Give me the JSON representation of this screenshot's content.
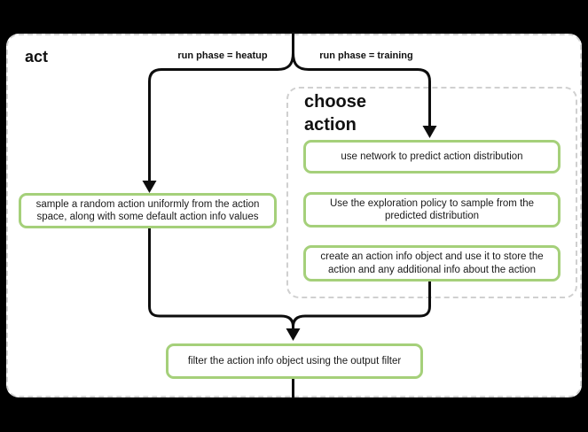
{
  "colors": {
    "background": "#000000",
    "panel": "#ffffff",
    "panel_dash": "#d4d4d4",
    "group_dash": "#d0d0d0",
    "node_border_green": "#a5d07a",
    "connector": "#0d0d0d",
    "text": "#1a1a1a"
  },
  "diagram": {
    "title": "act",
    "branch_labels": {
      "heatup": "run phase = heatup",
      "training": "run phase = training"
    },
    "group": {
      "title": "choose action"
    },
    "nodes": {
      "sample_random": "sample a random action uniformly from the action space, along with some default action info values",
      "use_network": "use network to predict action distribution",
      "exploration_policy": "Use the exploration policy to sample from the predicted distribution",
      "create_action_info": "create an action info object and use it to store the action and any additional info about the action",
      "filter_output": "filter the action info object using the output filter"
    }
  }
}
